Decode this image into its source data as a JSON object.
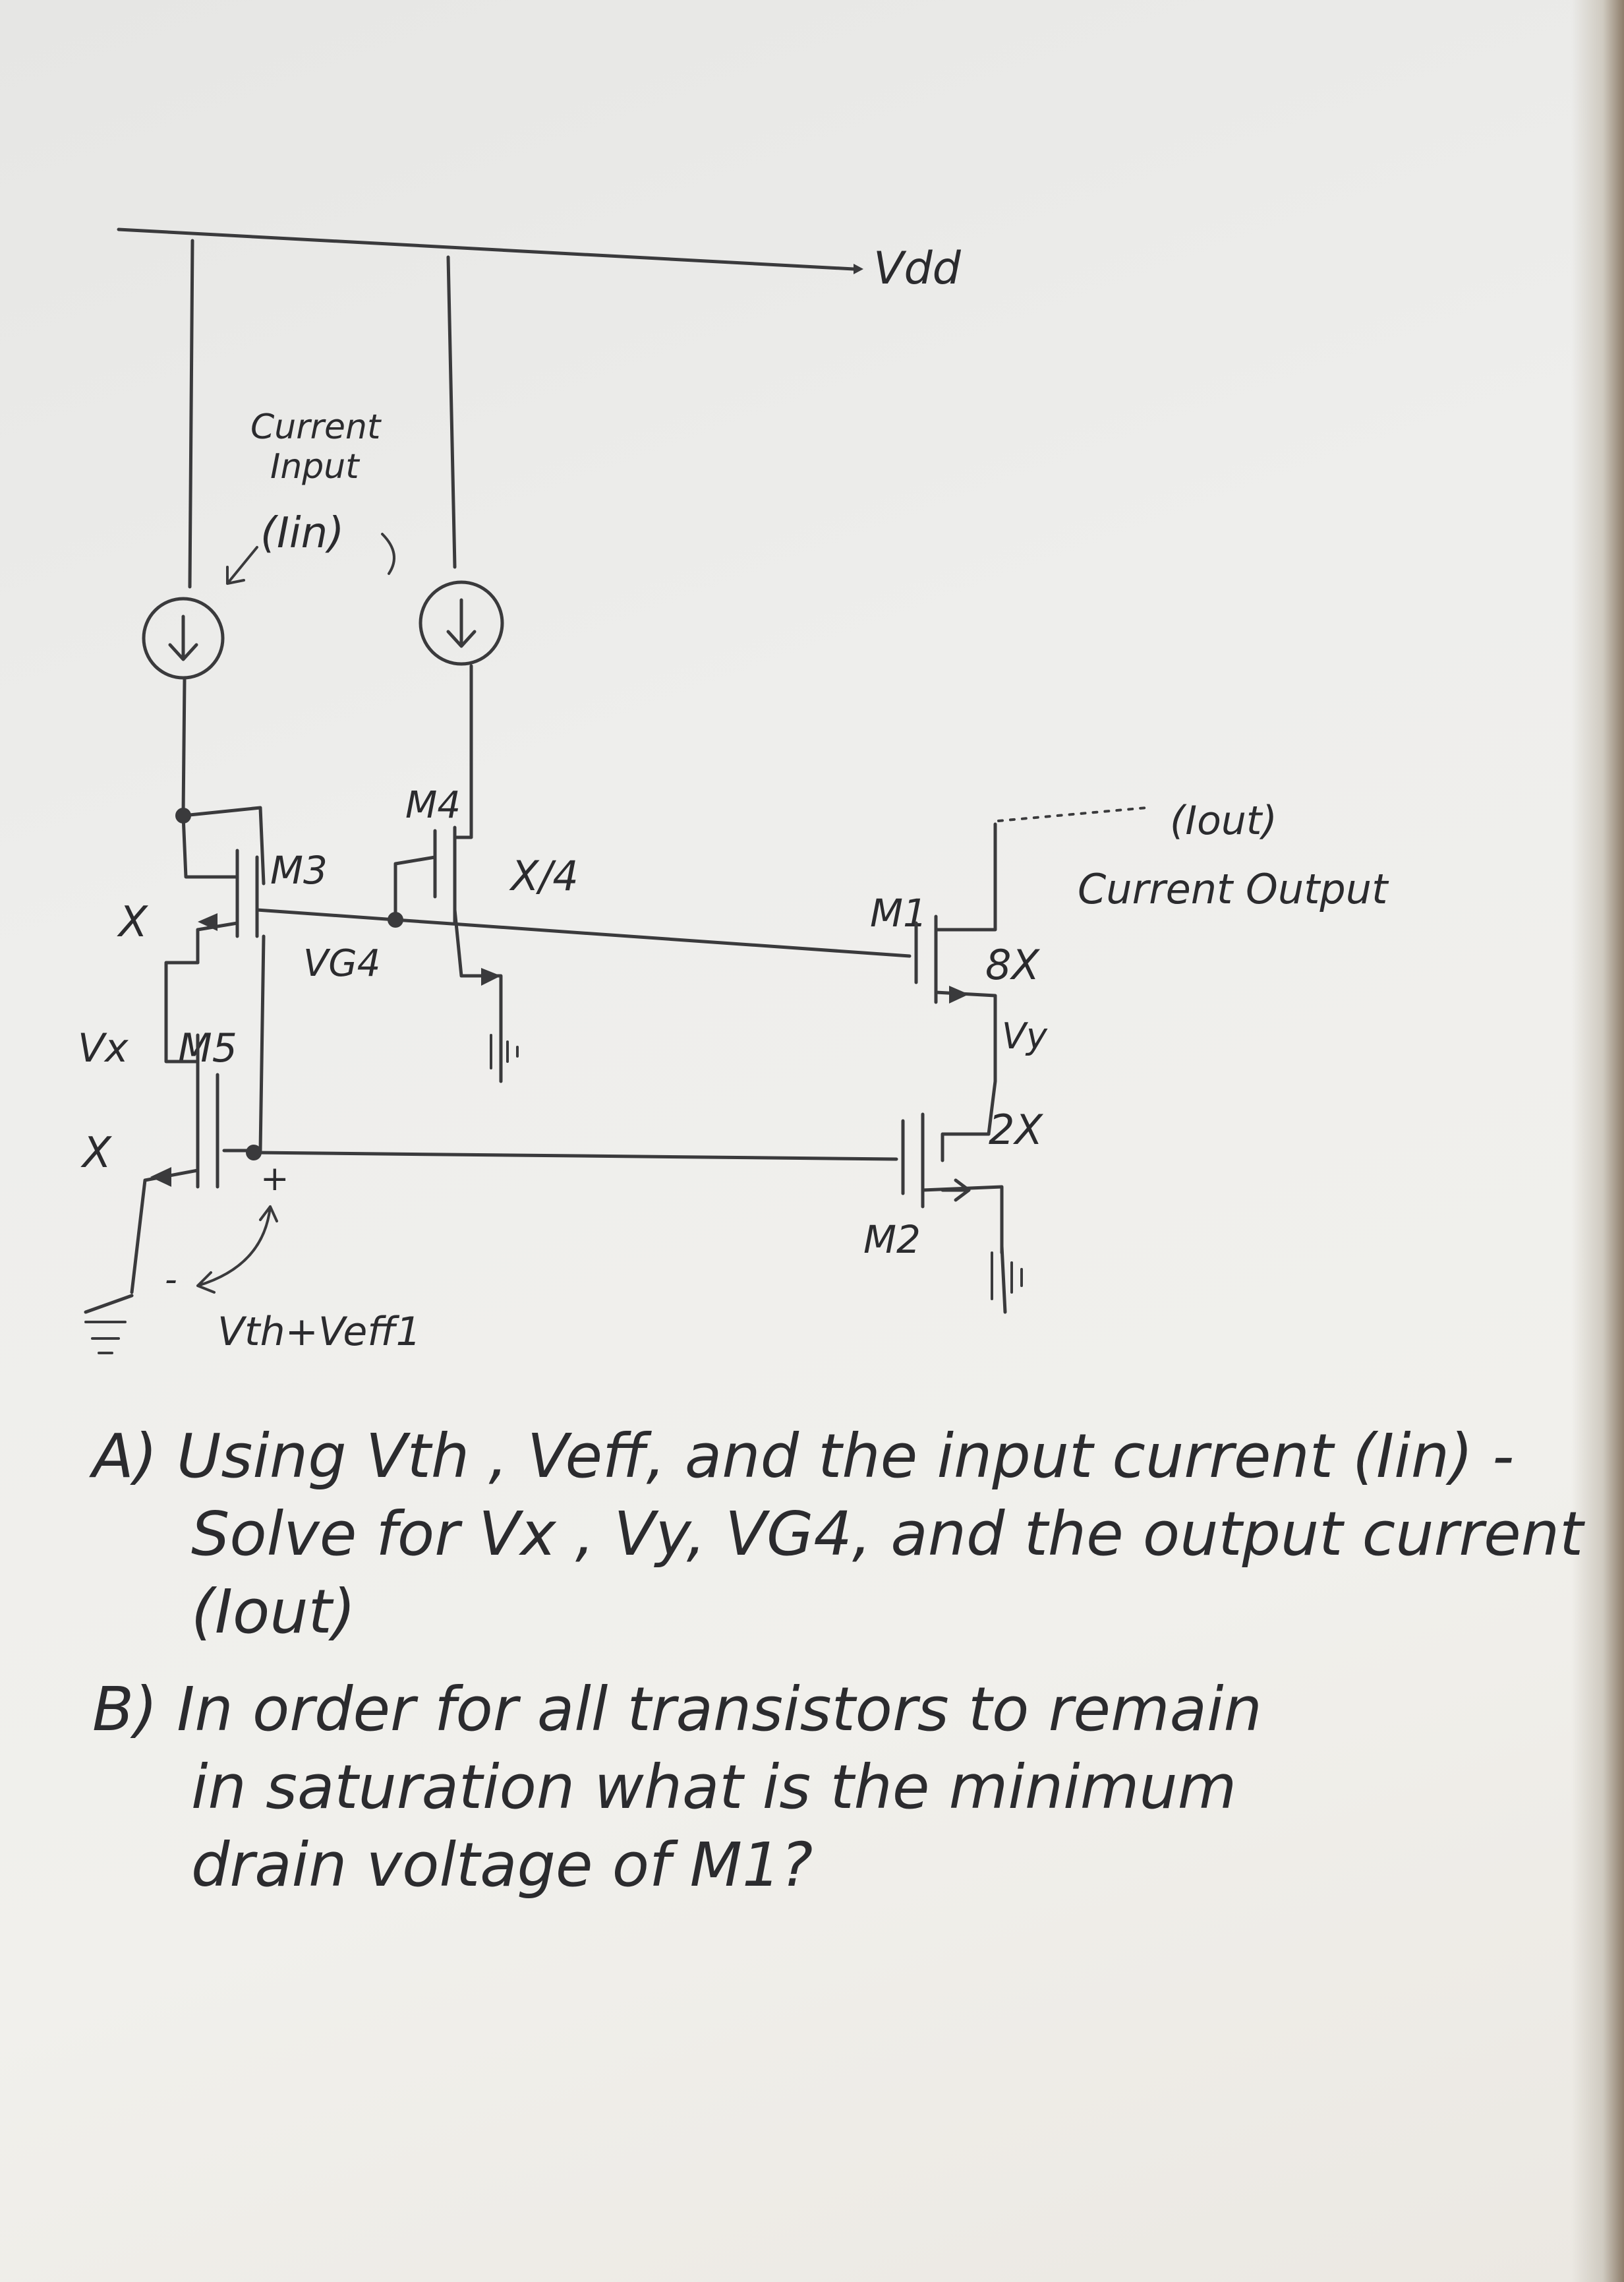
{
  "circuit": {
    "vdd_label": "Vdd",
    "current_input_label_line1": "Current",
    "current_input_label_line2": "Input",
    "iin_label": "(Iin)",
    "m3_label": "M3",
    "m4_label": "M4",
    "m4_ratio": "X/4",
    "m5_label": "M5",
    "vg4_label": "VG4",
    "vx_label": "Vx",
    "x_label_top": "X",
    "x_label_bottom": "X",
    "vth_veff_label": "Vth+Veff1",
    "plus_sign": "+",
    "minus_sign": "-",
    "m1_label": "M1",
    "m1_ratio": "8X",
    "vy_label": "Vy",
    "m2_label": "M2",
    "m2_ratio": "2X",
    "iout_label": "(Iout)",
    "current_output_label": "Current Output"
  },
  "questions": {
    "a_line1": "A) Using Vth , Veff, and the input current (Iin) -",
    "a_line2": "Solve for Vx , Vy, VG4, and the output current",
    "a_line3": "(Iout)",
    "b_line1": "B) In order for all transistors to remain",
    "b_line2": "in saturation what is the minimum",
    "b_line3": "drain voltage of M1?"
  }
}
